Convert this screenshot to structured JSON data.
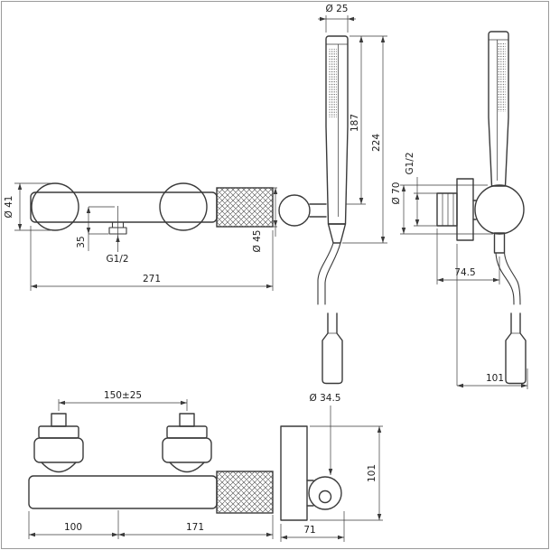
{
  "meta": {
    "type": "technical dimensional drawing",
    "subject": "wall-mounted shower mixer with hand shower set",
    "line_color": "#3a3a3a",
    "background_color": "#ffffff"
  },
  "views": {
    "front": {
      "label": "front view of mixer",
      "dims": {
        "flange_diameter": "Ø 41",
        "outlet_offset": "35",
        "outlet_thread": "G1/2",
        "overall_width": "271",
        "handle_diameter": "Ø 45"
      }
    },
    "hand_shower": {
      "label": "hand shower elevation",
      "dims": {
        "head_diameter": "Ø 25",
        "handset_length": "187",
        "overall_height": "224"
      }
    },
    "side": {
      "label": "side view of mixer",
      "dims": {
        "inlet_thread": "G1/2",
        "body_diameter": "Ø 70",
        "wall_to_axis": "74.5",
        "overall_depth": "101"
      }
    },
    "top": {
      "label": "top view of mixer",
      "dims": {
        "inlet_spacing": "150±25",
        "left_segment": "100",
        "right_segment": "171"
      }
    },
    "bracket": {
      "label": "wall bracket top view",
      "dims": {
        "bracket_diameter": "Ø 34.5",
        "bracket_height": "101",
        "bracket_depth": "71"
      }
    }
  }
}
